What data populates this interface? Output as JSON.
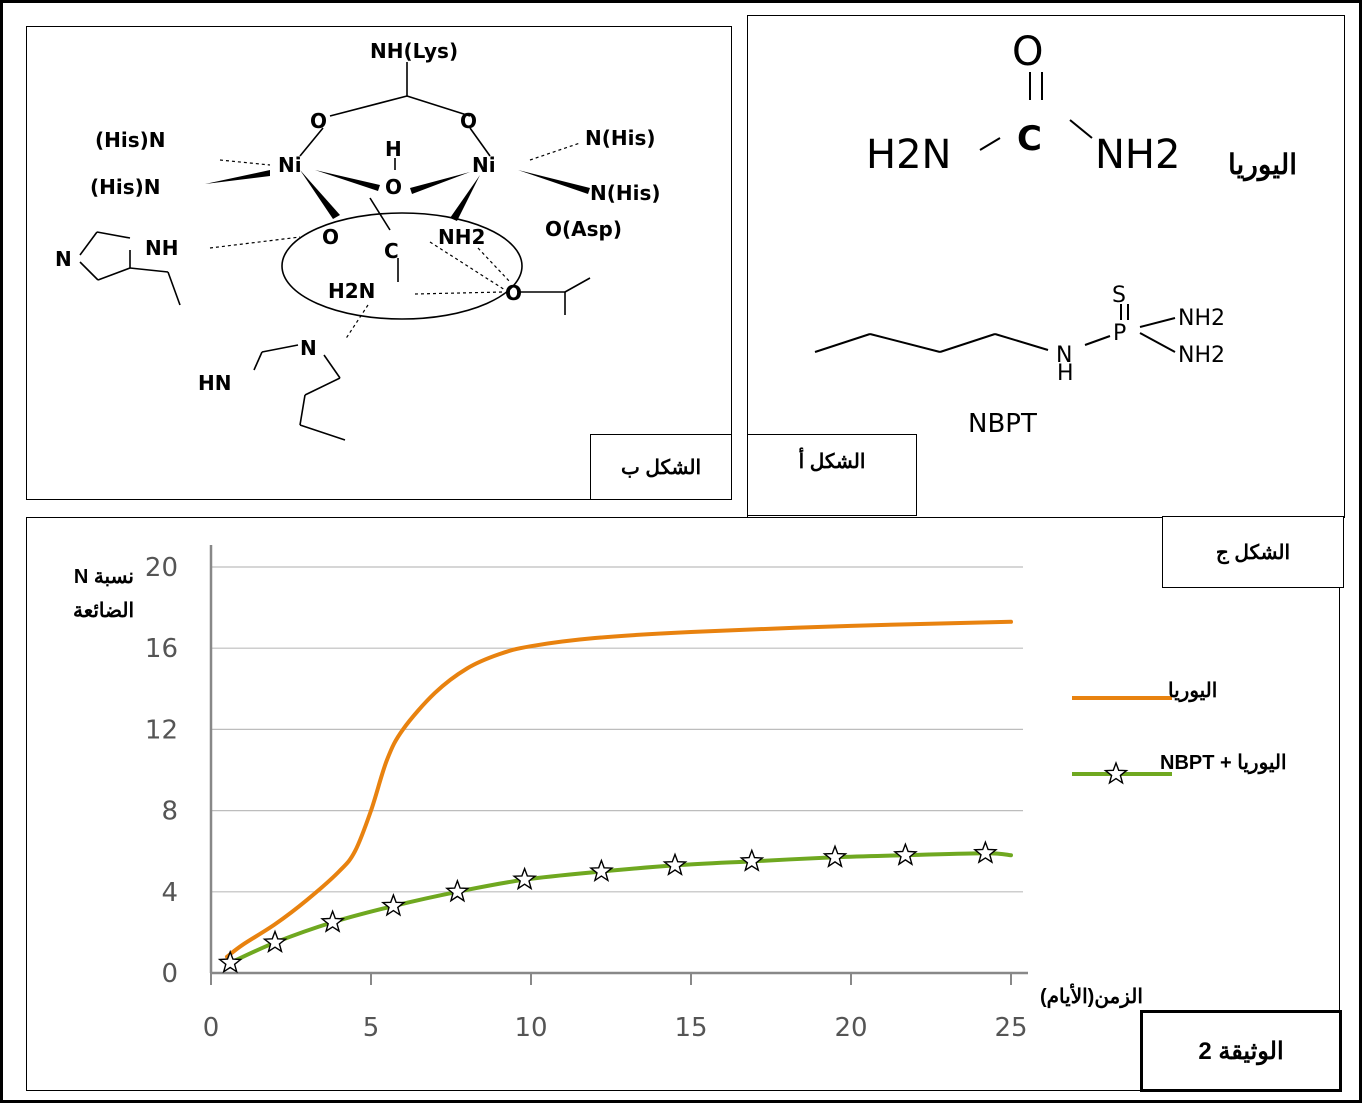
{
  "document": {
    "title": "الوثيقة 2"
  },
  "figure_a": {
    "label": "الشكل أ",
    "urea_name": "اليوريا",
    "urea_formula": {
      "oxygen": "O",
      "carbon": "C",
      "left": "H2N",
      "right": "NH2"
    },
    "nbpt_name": "NBPT",
    "nbpt_atoms": {
      "s": "S",
      "p": "P",
      "n": "N",
      "h": "H",
      "nh2_a": "NH2",
      "nh2_b": "NH2"
    }
  },
  "figure_b": {
    "label": "الشكل ب",
    "atoms": {
      "lys": "NH(Lys)",
      "ni": "Ni",
      "o": "O",
      "h": "H",
      "his_n": "(His)N",
      "n_his": "N(His)",
      "asp": "O(Asp)",
      "nh": "NH",
      "n": "N",
      "hn": "HN",
      "c": "C",
      "nh2": "NH2",
      "h2n": "H2N"
    }
  },
  "figure_c": {
    "label": "الشكل ج"
  },
  "chart_data": {
    "type": "line",
    "ylabel": "نسبة N الضائعة",
    "xlabel": "الزمن(الأيام)",
    "xlim": [
      0,
      25
    ],
    "ylim": [
      0,
      20
    ],
    "xticks": [
      0,
      5,
      10,
      15,
      20,
      25
    ],
    "yticks": [
      0,
      4,
      8,
      12,
      16,
      20
    ],
    "grid": "horizontal",
    "legend": "right",
    "series": [
      {
        "name": "اليوريا",
        "color": "#E8820F",
        "marker": "none",
        "x": [
          0.5,
          1,
          2,
          3,
          4,
          4.5,
          5,
          5.5,
          6,
          7,
          8,
          9,
          10,
          12,
          15,
          20,
          25
        ],
        "y": [
          0.8,
          1.4,
          2.4,
          3.6,
          5.0,
          6.0,
          8.0,
          10.5,
          12.0,
          13.8,
          15.0,
          15.7,
          16.1,
          16.5,
          16.8,
          17.1,
          17.3
        ]
      },
      {
        "name": "اليوريا + NBPT",
        "color": "#6FA820",
        "marker": "star",
        "x": [
          0.6,
          2,
          3.8,
          5.7,
          7.7,
          9.8,
          12.2,
          14.5,
          16.9,
          19.5,
          21.7,
          24.2,
          25
        ],
        "y": [
          0.5,
          1.5,
          2.5,
          3.3,
          4.0,
          4.6,
          5.0,
          5.3,
          5.5,
          5.7,
          5.8,
          5.9,
          5.8
        ]
      }
    ]
  }
}
